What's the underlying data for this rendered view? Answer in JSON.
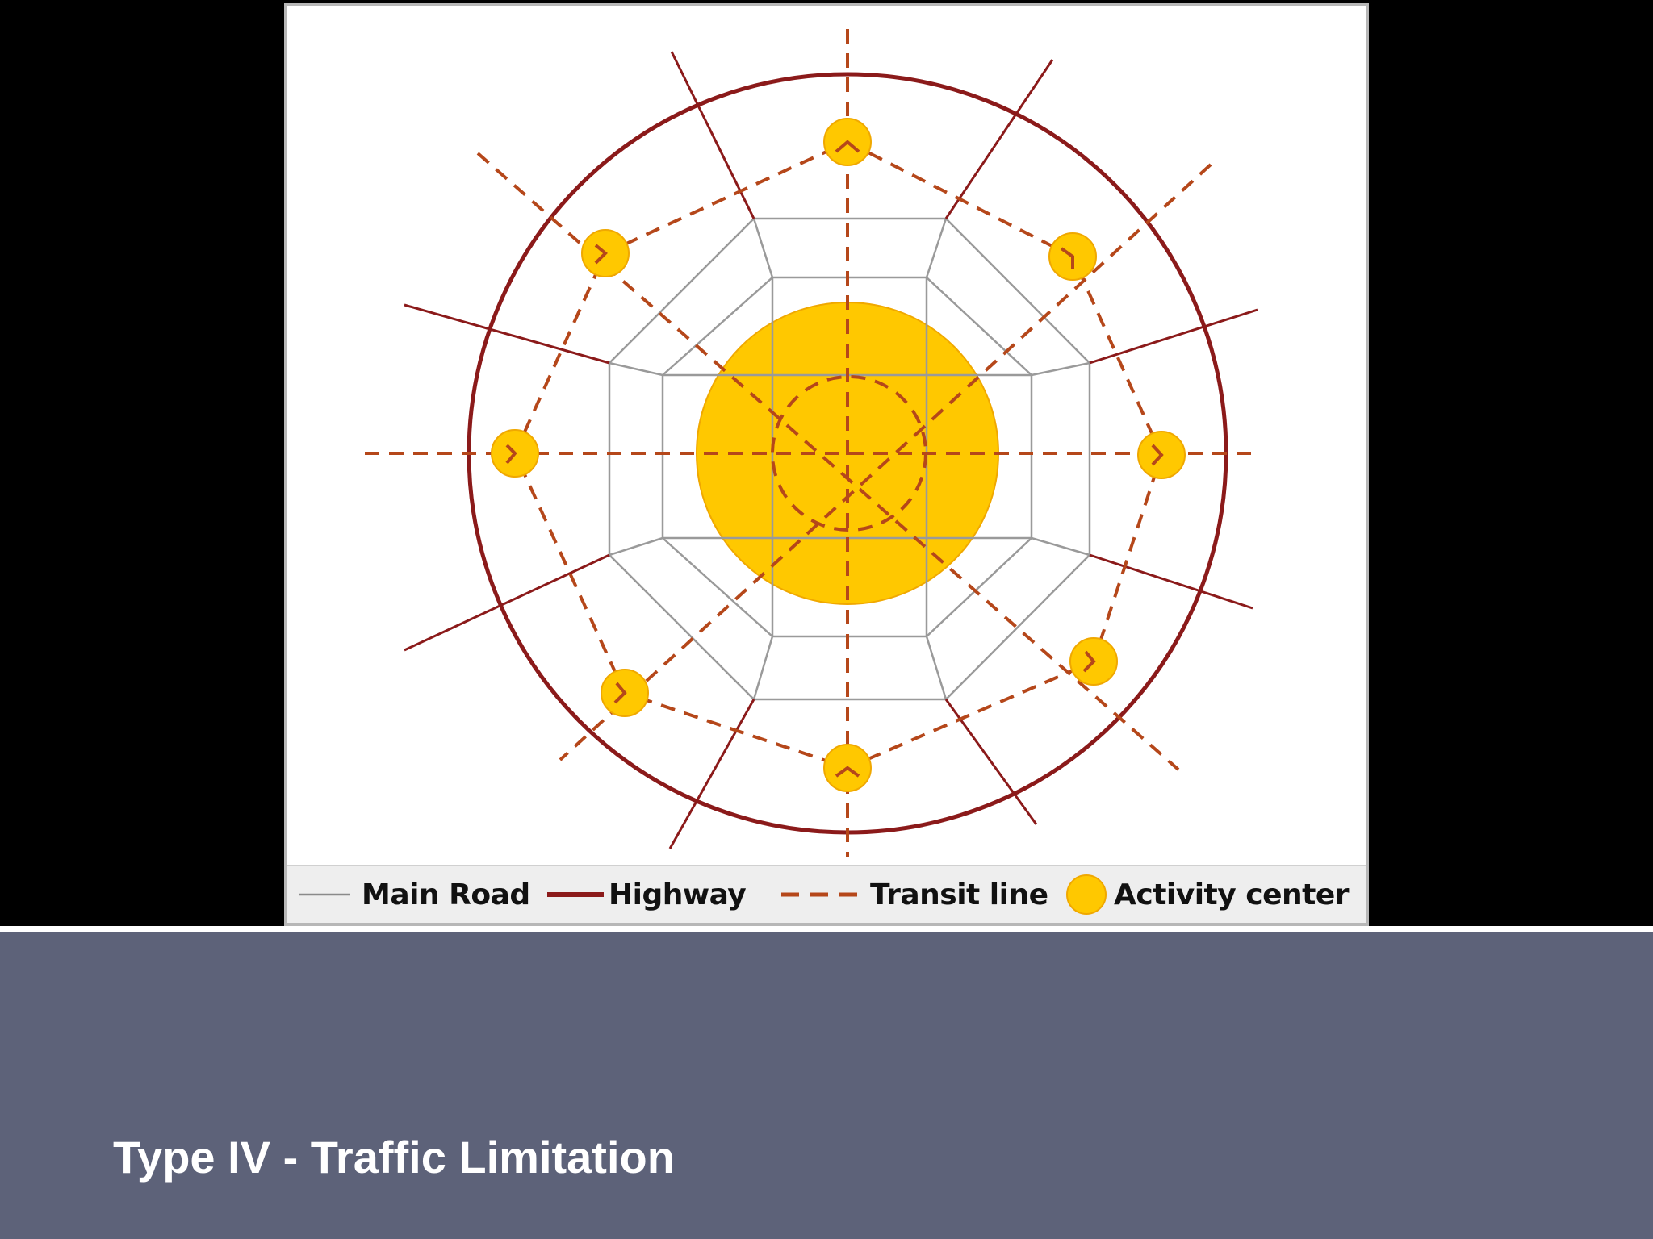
{
  "legend": {
    "main_road": "Main Road",
    "highway": "Highway",
    "transit_line": "Transit line",
    "activity_center": "Activity center"
  },
  "slide": {
    "title": "Type IV - Traffic Limitation"
  },
  "colors": {
    "highway": "#8b1a1a",
    "transit": "#b5471a",
    "main_road": "#9a9a9a",
    "activity_fill": "#ffc800",
    "activity_stroke": "#f0a800",
    "panel": "#5d6279"
  },
  "diagram": {
    "activity_centers_outer": 8,
    "road_rings": 2
  }
}
